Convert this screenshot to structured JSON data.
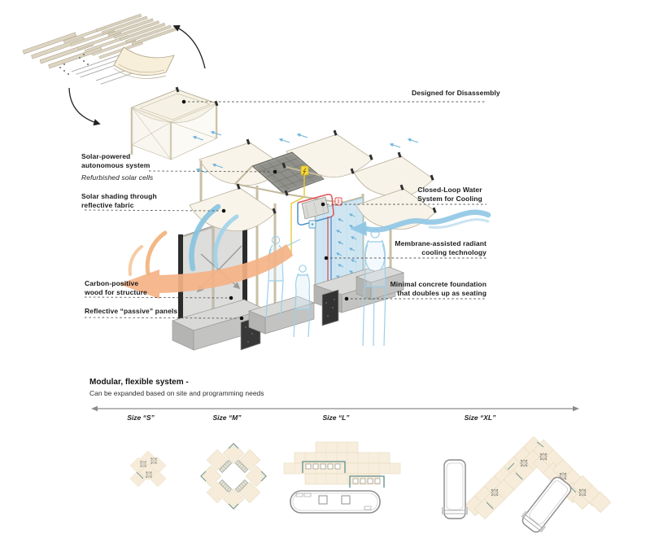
{
  "colors": {
    "background": "#ffffff",
    "text": "#1a1a1a",
    "wood": "#d9d0bc",
    "fabric": "#f7f3e8",
    "solar_panel": "#8f9089",
    "water_wall": "#cfe6f2",
    "flow_blue": "#8ecae6",
    "flow_orange": "#f4b286",
    "people_blue": "#9ecfe8",
    "concrete": "#d6d6d4",
    "pipe_red": "#e05252",
    "pipe_blue": "#4a90c8",
    "wire_yellow": "#e3c93a",
    "plan_beige": "#f6ecd9",
    "plan_teal": "#6f9b9b"
  },
  "annotations": {
    "disassembly": "Designed for Disassembly",
    "solar_line1": "Solar-powered",
    "solar_line2": "autonomous system",
    "solar_sub": "Refurbished solar cells",
    "shading_line1": "Solar shading through",
    "shading_line2": "reflective fabric",
    "closed_loop_line1": "Closed-Loop Water",
    "closed_loop_line2": "System for Cooling",
    "membrane_line1": "Membrane-assisted radiant",
    "membrane_line2": "cooling technology",
    "carbon_line1": "Carbon-positive",
    "carbon_line2": "wood for structure",
    "reflective": "Reflective “passive” panels",
    "foundation_line1": "Minimal concrete foundation",
    "foundation_line2": "that doubles up as seating"
  },
  "bottom": {
    "title": "Modular, flexible system -",
    "subtitle": "Can be expanded based on site and programming needs",
    "sizes": [
      {
        "label": "Size “S”"
      },
      {
        "label": "Size “M”"
      },
      {
        "label": "Size “L”"
      },
      {
        "label": "Size “XL”"
      }
    ]
  }
}
